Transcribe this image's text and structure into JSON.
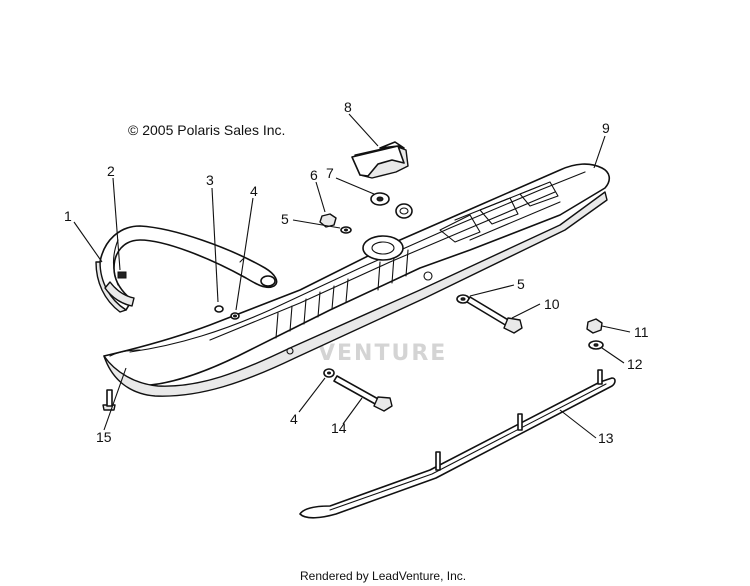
{
  "copyright": "© 2005 Polaris Sales Inc.",
  "footer": "Rendered by LeadVenture, Inc.",
  "watermark": "VENTURE",
  "callouts": {
    "c1": "1",
    "c2": "2",
    "c3": "3",
    "c4a": "4",
    "c4b": "4",
    "c5a": "5",
    "c5b": "5",
    "c6": "6",
    "c7": "7",
    "c8": "8",
    "c9": "9",
    "c10": "10",
    "c11": "11",
    "c12": "12",
    "c13": "13",
    "c14": "14",
    "c15": "15"
  }
}
